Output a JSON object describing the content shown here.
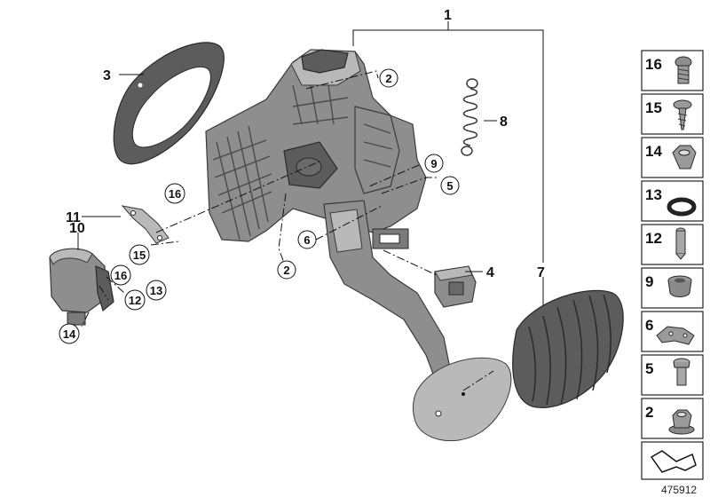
{
  "diagram": {
    "main_callouts": {
      "c1": "1",
      "c3": "3",
      "c4": "4",
      "c7": "7",
      "c8": "8",
      "c10": "10",
      "c11": "11"
    },
    "ref_callouts": {
      "r2a": "2",
      "r2b": "2",
      "r5": "5",
      "r6": "6",
      "r9": "9",
      "r12": "12",
      "r13": "13",
      "r14": "14",
      "r15": "15",
      "r16a": "16",
      "r16b": "16"
    },
    "legend": [
      {
        "num": "16",
        "icon": "torx-bolt-icon"
      },
      {
        "num": "15",
        "icon": "self-tapping-screw-icon"
      },
      {
        "num": "14",
        "icon": "hex-nut-icon"
      },
      {
        "num": "13",
        "icon": "o-ring-icon"
      },
      {
        "num": "12",
        "icon": "pin-icon"
      },
      {
        "num": "9",
        "icon": "bushing-icon"
      },
      {
        "num": "6",
        "icon": "clip-icon"
      },
      {
        "num": "5",
        "icon": "shoulder-bolt-icon"
      },
      {
        "num": "2",
        "icon": "flange-nut-icon"
      }
    ],
    "doc_number": "475912"
  },
  "colors": {
    "part_mid": "#8e8e8e",
    "part_dark": "#5c5c5c",
    "part_light": "#b9b9b9",
    "line": "#111111"
  }
}
